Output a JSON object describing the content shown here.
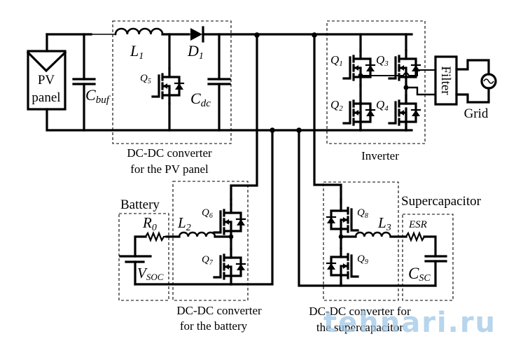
{
  "diagram": {
    "type": "circuit-schematic",
    "blocks": {
      "pv_converter": {
        "caption_line1": "DC-DC converter",
        "caption_line2": "for the PV panel"
      },
      "inverter": {
        "caption": "Inverter"
      },
      "battery_converter": {
        "caption_line1": "DC-DC converter",
        "caption_line2": "for the battery"
      },
      "supercap_converter": {
        "caption_line1": "DC-DC converter for",
        "caption_line2": "the supercapacitor"
      },
      "battery": {
        "caption": "Battery"
      },
      "supercapacitor": {
        "caption": "Supercapacitor"
      }
    },
    "components": {
      "pv_panel": {
        "line1": "PV",
        "line2": "panel"
      },
      "c_buf": {
        "main": "C",
        "sub": "buf"
      },
      "l1": {
        "main": "L",
        "sub": "1"
      },
      "d1": {
        "main": "D",
        "sub": "1"
      },
      "q5": {
        "main": "Q",
        "sub": "5"
      },
      "c_dc": {
        "main": "C",
        "sub": "dc"
      },
      "q1": {
        "main": "Q",
        "sub": "1"
      },
      "q2": {
        "main": "Q",
        "sub": "2"
      },
      "q3": {
        "main": "Q",
        "sub": "3"
      },
      "q4": {
        "main": "Q",
        "sub": "4"
      },
      "filter": {
        "label": "Filter"
      },
      "grid": {
        "label": "Grid"
      },
      "r0": {
        "main": "R",
        "sub": "0"
      },
      "l2": {
        "main": "L",
        "sub": "2"
      },
      "v_soc": {
        "main": "V",
        "sub": "SOC"
      },
      "q6": {
        "main": "Q",
        "sub": "6"
      },
      "q7": {
        "main": "Q",
        "sub": "7"
      },
      "q8": {
        "main": "Q",
        "sub": "8"
      },
      "q9": {
        "main": "Q",
        "sub": "9"
      },
      "l3": {
        "main": "L",
        "sub": "3"
      },
      "esr": {
        "label": "ESR"
      },
      "c_sc": {
        "main": "C",
        "sub": "SC"
      }
    },
    "watermark": "tehnari.ru"
  }
}
